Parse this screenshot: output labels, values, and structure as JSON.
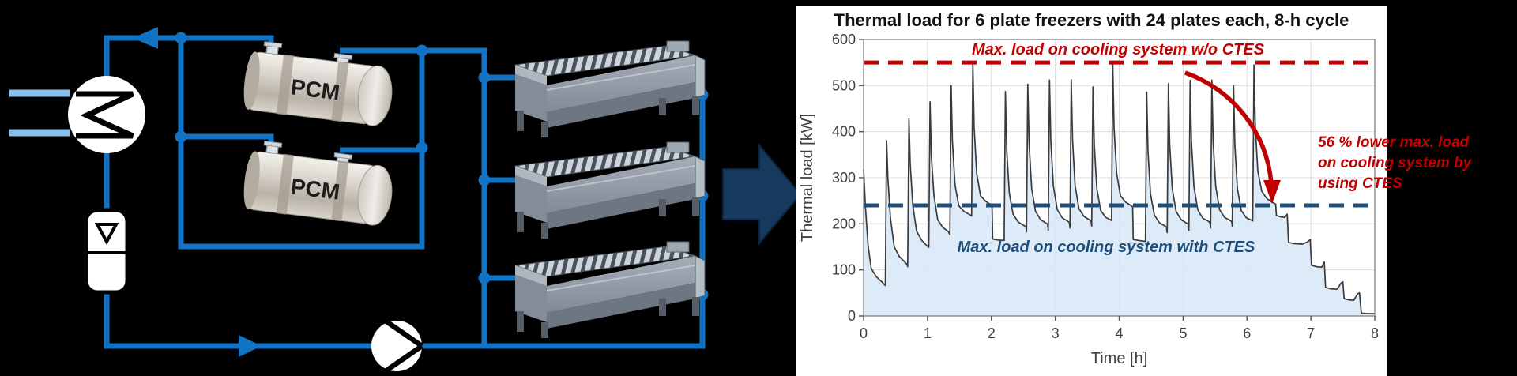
{
  "diagram": {
    "description": "CTES refrigeration system schematic",
    "tank_labels": [
      "PCM",
      "PCM"
    ],
    "components": [
      "heat-exchanger",
      "expansion-valve-receiver",
      "pcm-tank",
      "pcm-tank",
      "plate-freezer",
      "plate-freezer",
      "plate-freezer",
      "pump"
    ],
    "colors": {
      "pipe": "#1272c4",
      "refrigerant_stub": "#85c1ec",
      "big_arrow": "#17395e",
      "symbol_fill": "#ffffff",
      "symbol_stroke": "#000000"
    }
  },
  "chart_data": {
    "type": "area",
    "title": "Thermal load for 6 plate freezers with 24 plates each, 8-h cycle",
    "xlabel": "Time [h]",
    "ylabel": "Thermal load [kW]",
    "xlim": [
      0,
      8
    ],
    "ylim": [
      0,
      600
    ],
    "xticks": [
      0,
      1,
      2,
      3,
      4,
      5,
      6,
      7,
      8
    ],
    "yticks": [
      0,
      100,
      200,
      300,
      400,
      500,
      600
    ],
    "grid": true,
    "legend": false,
    "series": [
      {
        "name": "Thermal load",
        "line_color": "#3a3a3a",
        "fill_color": "#d7e7f7",
        "points": [
          [
            0,
            318
          ],
          [
            0.03,
            235
          ],
          [
            0.07,
            152
          ],
          [
            0.12,
            103
          ],
          [
            0.2,
            85
          ],
          [
            0.3,
            72
          ],
          [
            0.34,
            66
          ],
          [
            0.36,
            380
          ],
          [
            0.38,
            300
          ],
          [
            0.42,
            212
          ],
          [
            0.48,
            150
          ],
          [
            0.56,
            129
          ],
          [
            0.63,
            119
          ],
          [
            0.68,
            112
          ],
          [
            0.69,
            107
          ],
          [
            0.71,
            428
          ],
          [
            0.73,
            330
          ],
          [
            0.77,
            240
          ],
          [
            0.83,
            184
          ],
          [
            0.91,
            164
          ],
          [
            0.98,
            154
          ],
          [
            1.02,
            149
          ],
          [
            1.04,
            465
          ],
          [
            1.06,
            350
          ],
          [
            1.1,
            262
          ],
          [
            1.16,
            209
          ],
          [
            1.24,
            192
          ],
          [
            1.32,
            184
          ],
          [
            1.35,
            177
          ],
          [
            1.37,
            500
          ],
          [
            1.39,
            380
          ],
          [
            1.43,
            285
          ],
          [
            1.49,
            239
          ],
          [
            1.57,
            227
          ],
          [
            1.65,
            221
          ],
          [
            1.69,
            217
          ],
          [
            1.71,
            548
          ],
          [
            1.73,
            410
          ],
          [
            1.77,
            310
          ],
          [
            1.83,
            261
          ],
          [
            1.91,
            249
          ],
          [
            1.99,
            242
          ],
          [
            2.01,
            239
          ],
          [
            2.02,
            167
          ],
          [
            2.1,
            165
          ],
          [
            2.2,
            164
          ],
          [
            2.22,
            487
          ],
          [
            2.24,
            360
          ],
          [
            2.28,
            267
          ],
          [
            2.34,
            221
          ],
          [
            2.42,
            204
          ],
          [
            2.5,
            197
          ],
          [
            2.54,
            194
          ],
          [
            2.55,
            183
          ],
          [
            2.57,
            503
          ],
          [
            2.59,
            374
          ],
          [
            2.63,
            277
          ],
          [
            2.69,
            227
          ],
          [
            2.77,
            209
          ],
          [
            2.85,
            202
          ],
          [
            2.88,
            199
          ],
          [
            2.89,
            186
          ],
          [
            2.91,
            512
          ],
          [
            2.93,
            379
          ],
          [
            2.97,
            282
          ],
          [
            3.03,
            231
          ],
          [
            3.11,
            213
          ],
          [
            3.19,
            206
          ],
          [
            3.22,
            203
          ],
          [
            3.23,
            191
          ],
          [
            3.25,
            513
          ],
          [
            3.27,
            381
          ],
          [
            3.31,
            283
          ],
          [
            3.37,
            233
          ],
          [
            3.45,
            216
          ],
          [
            3.53,
            209
          ],
          [
            3.56,
            206
          ],
          [
            3.57,
            195
          ],
          [
            3.59,
            497
          ],
          [
            3.61,
            371
          ],
          [
            3.65,
            277
          ],
          [
            3.71,
            229
          ],
          [
            3.79,
            214
          ],
          [
            3.86,
            209
          ],
          [
            3.88,
            207
          ],
          [
            3.9,
            545
          ],
          [
            3.92,
            408
          ],
          [
            3.96,
            309
          ],
          [
            4.02,
            261
          ],
          [
            4.1,
            247
          ],
          [
            4.18,
            240
          ],
          [
            4.21,
            237
          ],
          [
            4.22,
            166
          ],
          [
            4.3,
            164
          ],
          [
            4.41,
            162
          ],
          [
            4.43,
            486
          ],
          [
            4.45,
            359
          ],
          [
            4.49,
            265
          ],
          [
            4.55,
            219
          ],
          [
            4.63,
            202
          ],
          [
            4.71,
            196
          ],
          [
            4.74,
            193
          ],
          [
            4.75,
            181
          ],
          [
            4.77,
            504
          ],
          [
            4.79,
            374
          ],
          [
            4.83,
            277
          ],
          [
            4.89,
            227
          ],
          [
            4.97,
            209
          ],
          [
            5.05,
            202
          ],
          [
            5.08,
            199
          ],
          [
            5.09,
            186
          ],
          [
            5.11,
            511
          ],
          [
            5.13,
            379
          ],
          [
            5.17,
            281
          ],
          [
            5.23,
            230
          ],
          [
            5.31,
            212
          ],
          [
            5.39,
            206
          ],
          [
            5.42,
            203
          ],
          [
            5.43,
            191
          ],
          [
            5.45,
            512
          ],
          [
            5.47,
            380
          ],
          [
            5.51,
            282
          ],
          [
            5.57,
            231
          ],
          [
            5.65,
            214
          ],
          [
            5.73,
            208
          ],
          [
            5.76,
            205
          ],
          [
            5.77,
            195
          ],
          [
            5.79,
            499
          ],
          [
            5.81,
            371
          ],
          [
            5.85,
            277
          ],
          [
            5.91,
            229
          ],
          [
            5.99,
            213
          ],
          [
            6.07,
            208
          ],
          [
            6.09,
            206
          ],
          [
            6.11,
            545
          ],
          [
            6.13,
            409
          ],
          [
            6.17,
            314
          ],
          [
            6.23,
            271
          ],
          [
            6.31,
            255
          ],
          [
            6.39,
            247
          ],
          [
            6.45,
            243
          ],
          [
            6.46,
            218
          ],
          [
            6.53,
            215
          ],
          [
            6.59,
            214
          ],
          [
            6.63,
            221
          ],
          [
            6.65,
            160
          ],
          [
            6.73,
            157
          ],
          [
            6.87,
            156
          ],
          [
            6.95,
            161
          ],
          [
            6.99,
            166
          ],
          [
            7.01,
            110
          ],
          [
            7.09,
            107
          ],
          [
            7.17,
            106
          ],
          [
            7.21,
            117
          ],
          [
            7.23,
            62
          ],
          [
            7.31,
            59
          ],
          [
            7.41,
            58
          ],
          [
            7.47,
            71
          ],
          [
            7.5,
            74
          ],
          [
            7.52,
            38
          ],
          [
            7.59,
            35
          ],
          [
            7.67,
            34
          ],
          [
            7.73,
            48
          ],
          [
            7.76,
            50
          ],
          [
            7.79,
            6
          ],
          [
            7.9,
            5
          ],
          [
            8,
            5
          ]
        ]
      }
    ],
    "hlines": [
      {
        "value": 550,
        "label": "Max. load on cooling system w/o CTES",
        "color": "#c00000",
        "style": "dashed"
      },
      {
        "value": 240,
        "label": "Max. load on cooling system with CTES",
        "color": "#1f4e79",
        "style": "dashed"
      }
    ],
    "annotation": {
      "color": "#c00000",
      "lines": [
        "56 % lower max. load",
        "on cooling system by",
        "using CTES"
      ]
    }
  }
}
